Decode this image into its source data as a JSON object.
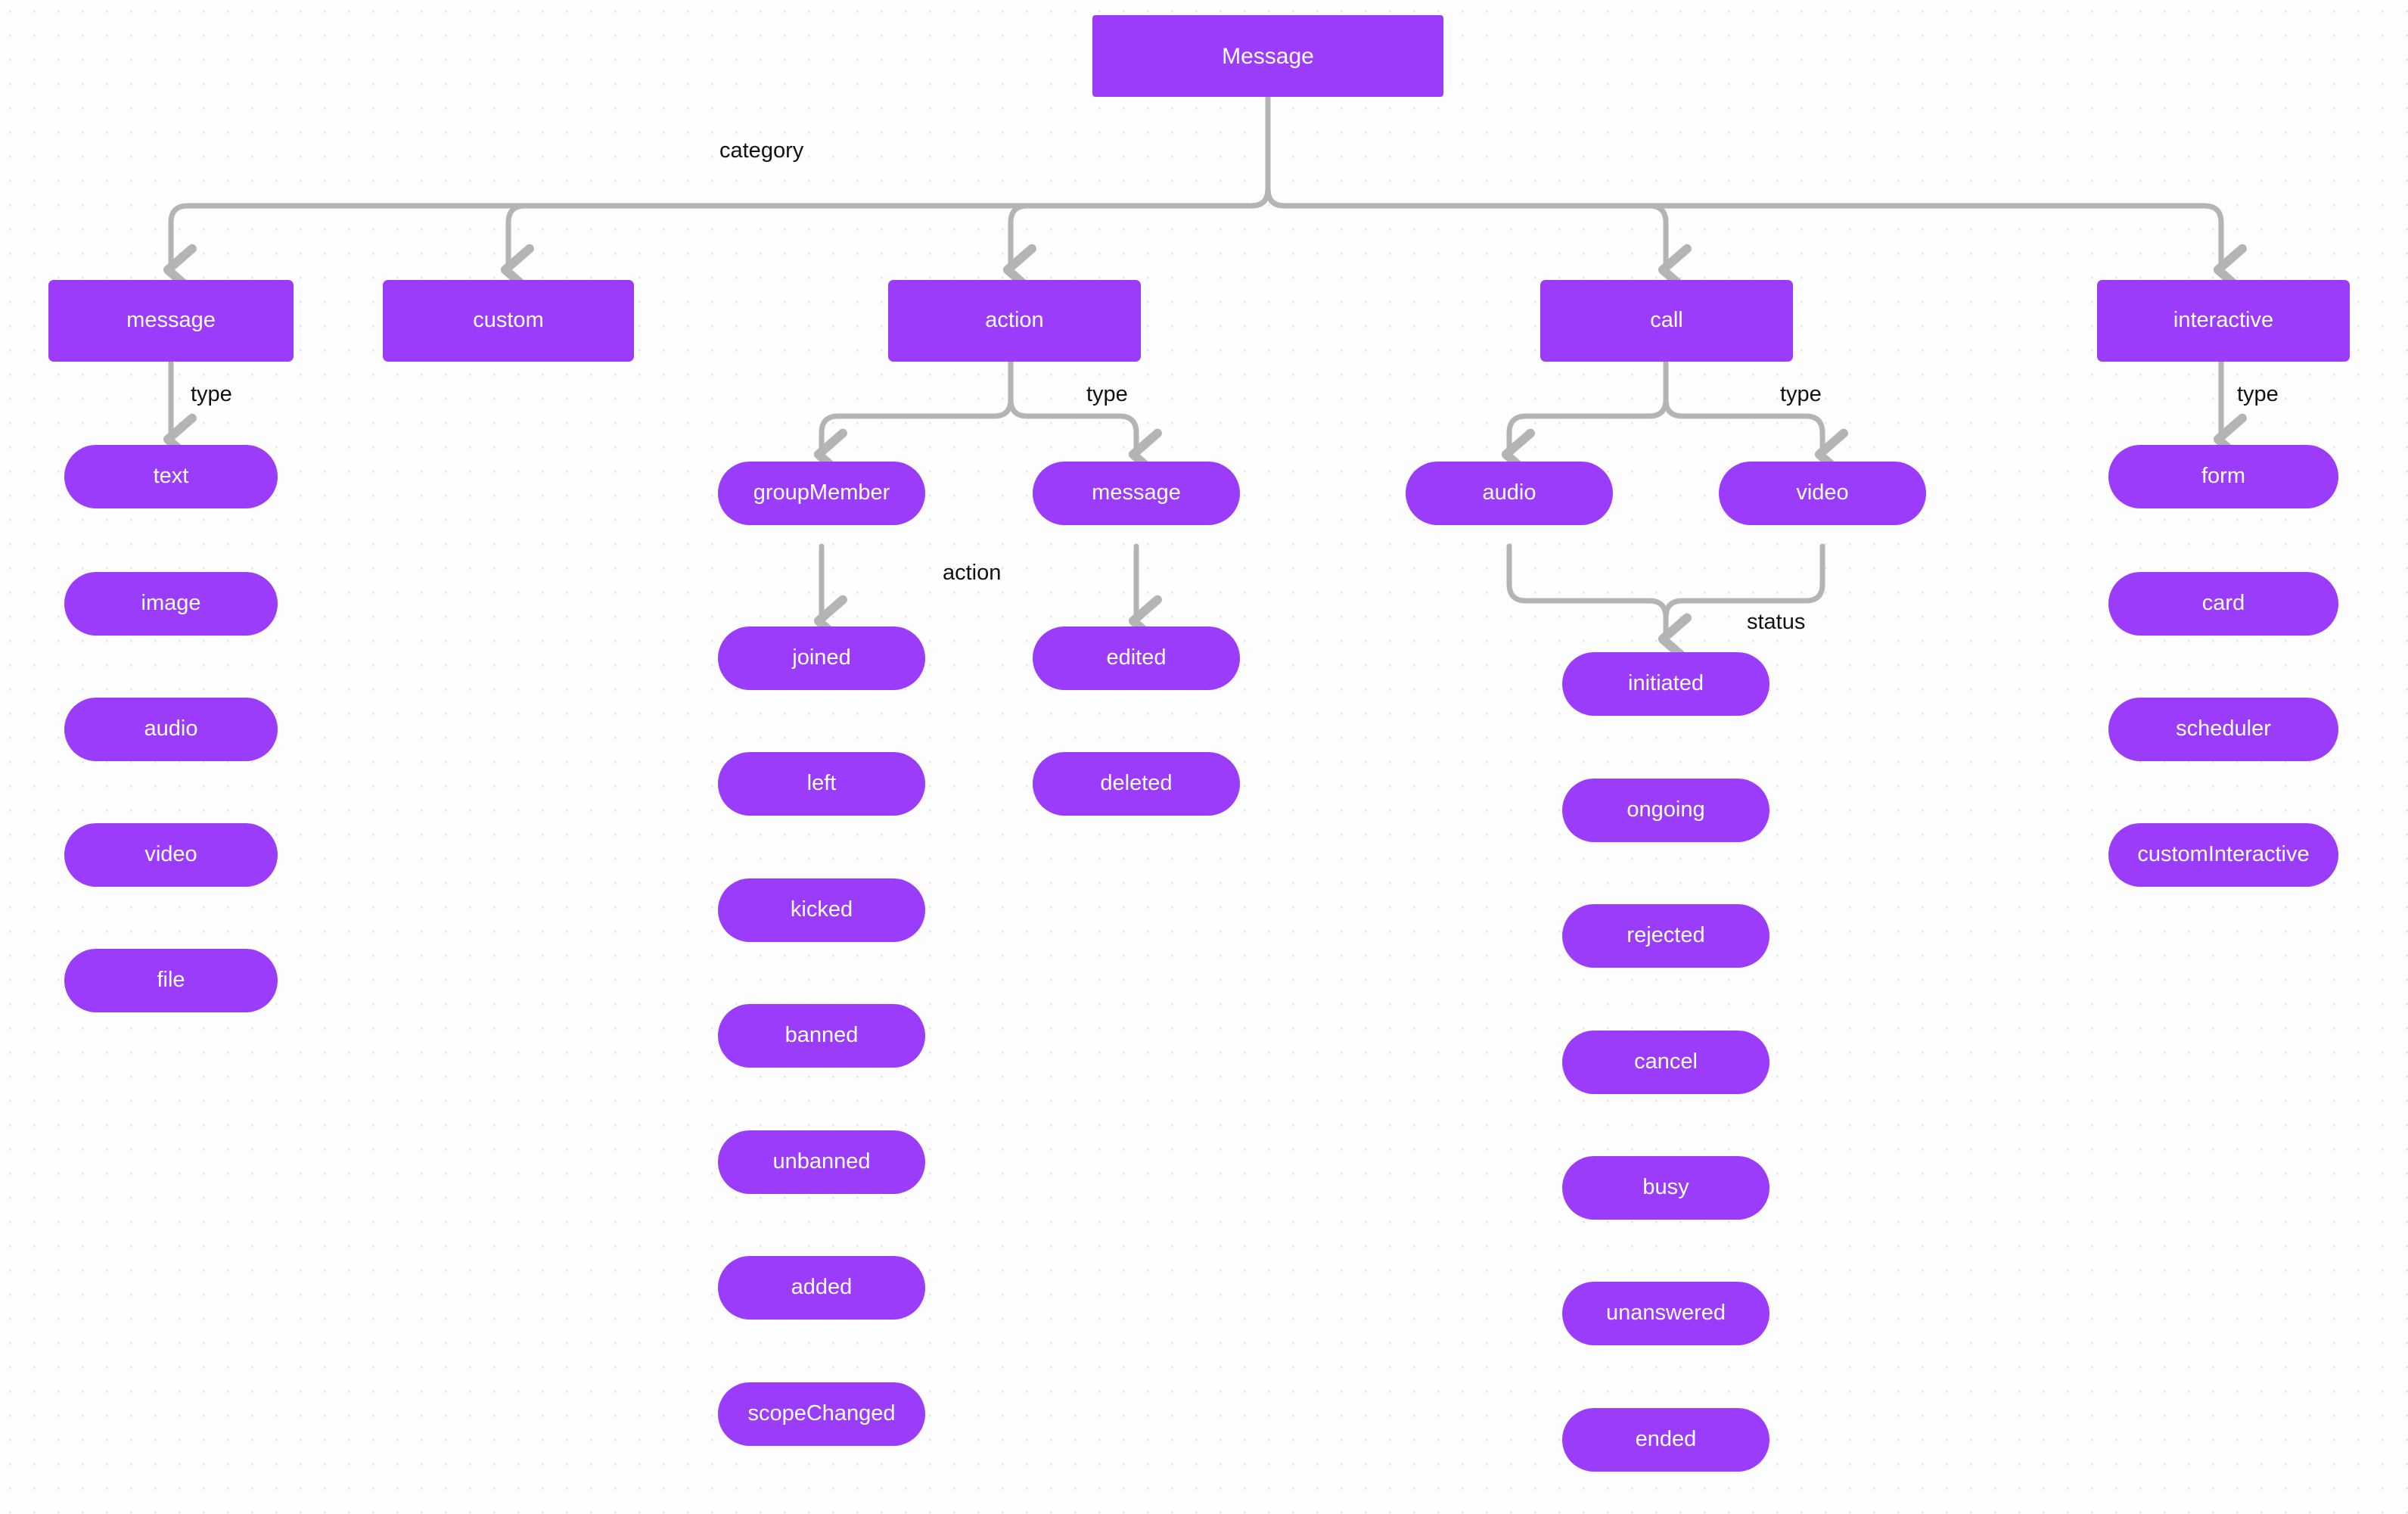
{
  "diagram": {
    "title": "Message",
    "palette": {
      "node_fill": "#9c3cfb",
      "node_text": "#ffffff",
      "edge_stroke": "#b4b4b4",
      "label_text": "#111111",
      "background": "#fdfdfd",
      "dot_grid": "#e4e4e6"
    },
    "root": {
      "label": "Message"
    },
    "edge_labels": {
      "category": "category",
      "type_message": "type",
      "type_action": "type",
      "type_call": "type",
      "type_interactive": "type",
      "action_groupmember": "action",
      "status_call": "status"
    },
    "categories": [
      {
        "id": "message",
        "label": "message"
      },
      {
        "id": "custom",
        "label": "custom"
      },
      {
        "id": "action",
        "label": "action"
      },
      {
        "id": "call",
        "label": "call"
      },
      {
        "id": "interactive",
        "label": "interactive"
      }
    ],
    "message_types": [
      {
        "label": "text"
      },
      {
        "label": "image"
      },
      {
        "label": "audio"
      },
      {
        "label": "video"
      },
      {
        "label": "file"
      }
    ],
    "action_types": [
      {
        "label": "groupMember"
      },
      {
        "label": "message"
      }
    ],
    "groupmember_actions": [
      {
        "label": "joined"
      },
      {
        "label": "left"
      },
      {
        "label": "kicked"
      },
      {
        "label": "banned"
      },
      {
        "label": "unbanned"
      },
      {
        "label": "added"
      },
      {
        "label": "scopeChanged"
      }
    ],
    "message_actions": [
      {
        "label": "edited"
      },
      {
        "label": "deleted"
      }
    ],
    "call_types": [
      {
        "label": "audio"
      },
      {
        "label": "video"
      }
    ],
    "call_statuses": [
      {
        "label": "initiated"
      },
      {
        "label": "ongoing"
      },
      {
        "label": "rejected"
      },
      {
        "label": "cancel"
      },
      {
        "label": "busy"
      },
      {
        "label": "unanswered"
      },
      {
        "label": "ended"
      }
    ],
    "interactive_types": [
      {
        "label": "form"
      },
      {
        "label": "card"
      },
      {
        "label": "scheduler"
      },
      {
        "label": "customInteractive"
      }
    ]
  }
}
